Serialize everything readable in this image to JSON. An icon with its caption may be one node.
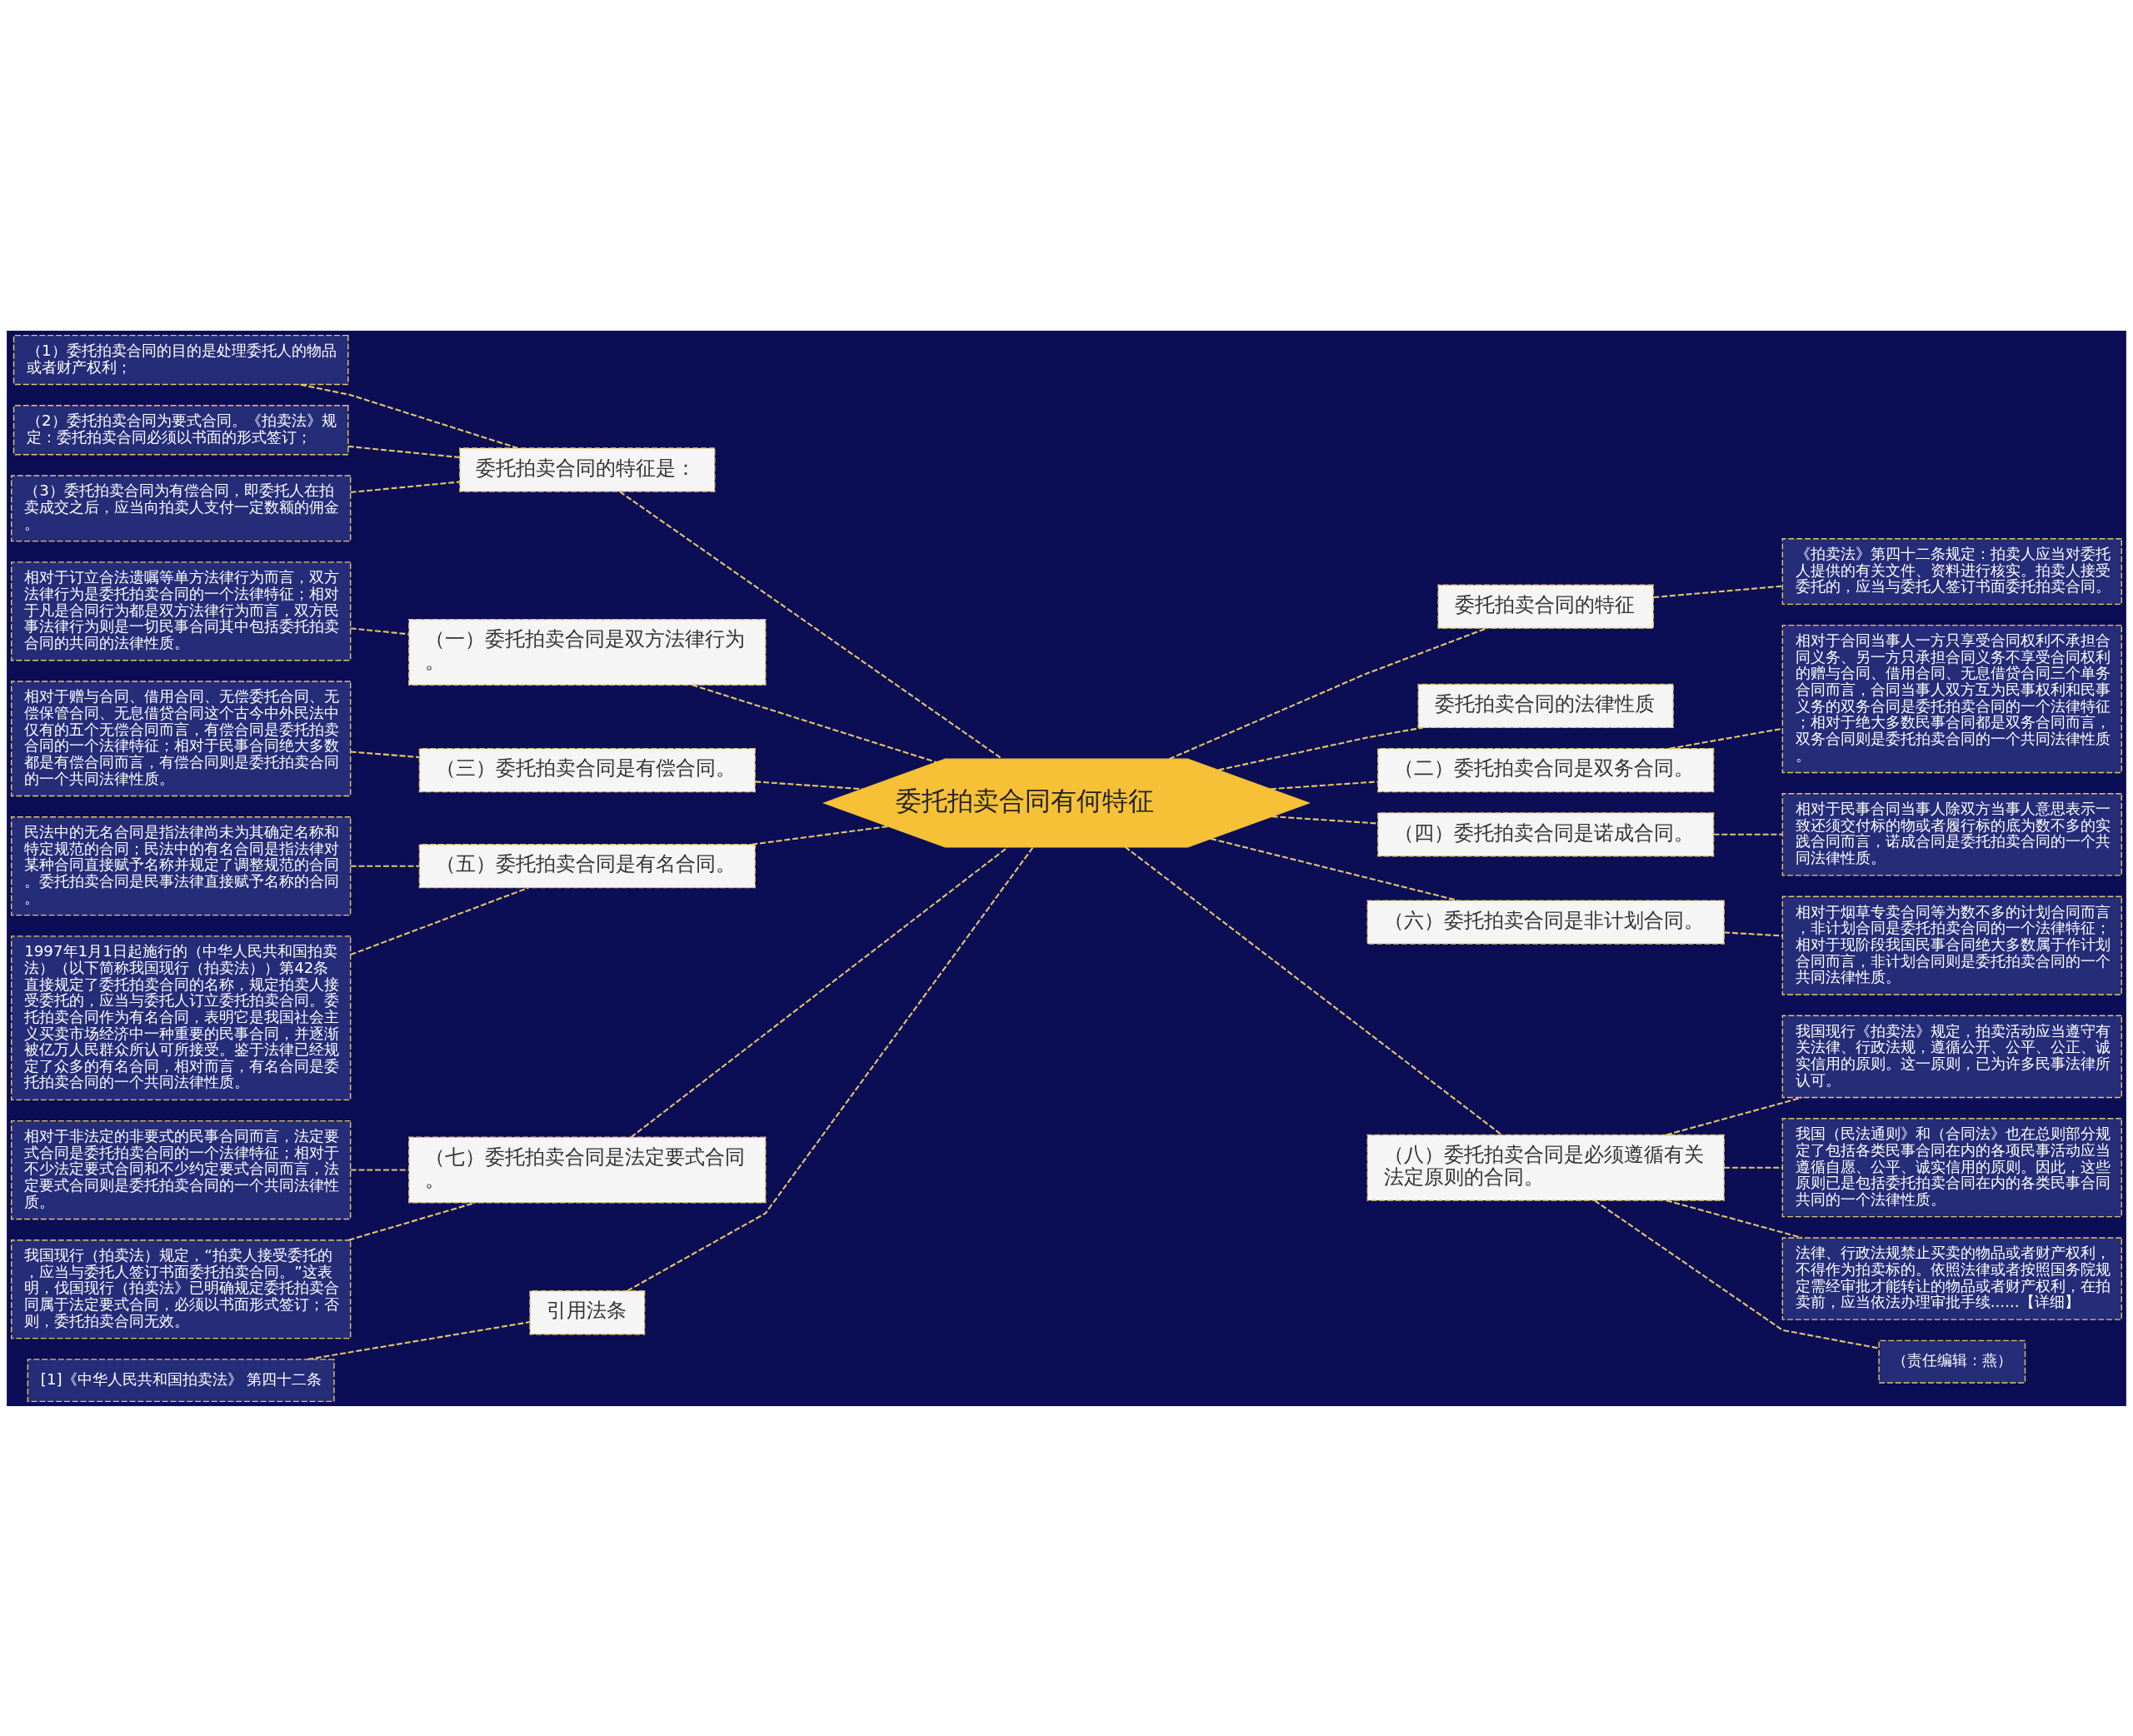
{
  "diagram": {
    "nodes": [
      {
        "text": [
          "委托拍卖合同有何特征"
        ]
      },
      {
        "text": [
          "委托拍卖合同的特征是："
        ]
      },
      {
        "text": [
          "（1）委托拍卖合同的目的是处理委托人的物品或者财产权利；"
        ]
      },
      {
        "text": [
          "（2）委托拍卖合同为要式合同。《拍卖法》规定：委托拍卖合同必须以书面的形式签订；"
        ]
      },
      {
        "text": [
          "（3）委托拍卖合同为有偿合同，即委托人在拍卖成交之后，应当向拍卖人支付一定数额的佣金。"
        ]
      },
      {
        "text": [
          "（一）委托拍卖合同是双方法律行为。"
        ]
      },
      {
        "text": [
          "相对于订立合法遗嘱等单方法律行为而言，双方法律行为是委托拍卖合同的一个法律特征；相对于凡是合同行为都是双方法律行为而言，双方民事法律行为则是一切民事合同其中包括委托拍卖合同的共同的法律性质。"
        ]
      },
      {
        "text": [
          "（三）委托拍卖合同是有偿合同。"
        ]
      },
      {
        "text": [
          "相对于赠与合同、借用合同、无偿委托合同、无偿保管合同、无息借贷合同这个古今中外民法中仅有的五个无偿合同而言，有偿合同是委托拍卖合同的一个法律特征；相对于民事合同绝大多数都是有偿合同而言，有偿合同则是委托拍卖合同的一个共同法律性质。"
        ]
      },
      {
        "text": [
          "（五）委托拍卖合同是有名合同。"
        ]
      },
      {
        "text": [
          "民法中的无名合同是指法律尚未为其确定名称和特定规范的合同；民法中的有名合同是指法律对某种合同直接赋予名称并规定了调整规范的合同。委托拍卖合同是民事法律直接赋予名称的合同。"
        ]
      },
      {
        "text": [
          "1997年1月1日起施行的（中华人民共和国拍卖法）（以下简称我国现行（拍卖法））第42条直接规定了委托拍卖合同的名称，规定拍卖人接受委托的，应当与委托人订立委托拍卖合同。委托拍卖合同作为有名合同，表明它是我国社会主义买卖市场经济中一种重要的民事合同，并逐渐被亿万人民群众所认可所接受。鉴于法律已经规定了众多的有名合同，相对而言，有名合同是委托拍卖合同的一个共同法律性质。"
        ]
      },
      {
        "text": [
          "（七）委托拍卖合同是法定要式合同。"
        ]
      },
      {
        "text": [
          "相对于非法定的非要式的民事合同而言，法定要式合同是委托拍卖合同的一个法律特征；相对于不少法定要式合同和不少约定要式合同而言，法定要式合同则是委托拍卖合同的一个共同法律性质。"
        ]
      },
      {
        "text": [
          "我国现行（拍卖法）规定，“拍卖人接受委托的，应当与委托人签订书面委托拍卖合同。”这表明，伐国现行（拍卖法》已明确规定委托拍卖合同属于法定要式合同，必须以书面形式签订；否则，委托拍卖合同无效。"
        ]
      },
      {
        "text": [
          "引用法条"
        ]
      },
      {
        "text": [
          "[1]《中华人民共和国拍卖法》 第四十二条"
        ]
      },
      {
        "text": [
          "委托拍卖合同的特征"
        ]
      },
      {
        "text": [
          "《拍卖法》第四十二条规定：拍卖人应当对委托人提供的有关文件、资料进行核实。拍卖人接受委托的，应当与委托人签订书面委托拍卖合同。"
        ]
      },
      {
        "text": [
          "委托拍卖合同的法律性质"
        ]
      },
      {
        "text": [
          "（二）委托拍卖合同是双务合同。"
        ]
      },
      {
        "text": [
          "相对于合同当事人一方只享受合同权利不承担合同义务、另一方只承担合同义务不享受合同权利的赠与合同、借用合同、无息借贷合同三个单务合同而言，合同当事人双方互为民事权利和民事义务的双务合同是委托拍卖合同的一个法律特征；相对于绝大多数民事合同都是双务合同而言，双务合同则是委托拍卖合同的一个共同法律性质。"
        ]
      },
      {
        "text": [
          "（四）委托拍卖合同是诺成合同。"
        ]
      },
      {
        "text": [
          "相对于民事合同当事人除双方当事人意思表示一致还须交付标的物或者履行标的底为数不多的实践合同而言，诺成合同是委托拍卖合同的一个共同法律性质。"
        ]
      },
      {
        "text": [
          "（六）委托拍卖合同是非计划合同。"
        ]
      },
      {
        "text": [
          "相对于烟草专卖合同等为数不多的计划合同而言，非计划合同是委托拍卖合同的一个法律特征；相对于现阶段我国民事合同绝大多数属于作计划合同而言，非计划合同则是委托拍卖合同的一个共同法律性质。"
        ]
      },
      {
        "text": [
          "（八）委托拍卖合同是必须遵循有关法定原则的合同。"
        ]
      },
      {
        "text": [
          "我国现行《拍卖法》规定，拍卖活动应当遵守有关法律、行政法规，遵循公开、公平、公正、诚实信用的原则。这一原则，已为许多民事法律所认可。"
        ]
      },
      {
        "text": [
          "我国（民法通则》和（合同法》也在总则部分规定了包括各类民事合同在内的各项民事活动应当遵循自愿、公平、诚实信用的原则。因此，这些原则已是包括委托拍卖合同在内的各类民事合同共同的一个法律性质。"
        ]
      },
      {
        "text": [
          "法律、行政法规禁止买卖的物品或者财产权利，不得作为拍卖标的。依照法律或者按照国务院规定需经审批才能转让的物品或者财产权利，在拍卖前，应当依法办理审批手续......【详细】"
        ]
      },
      {
        "text": [
          "（责任编辑：燕）"
        ]
      }
    ],
    "edges": [
      {
        "from": 1,
        "to": 0,
        "arrow": "none"
      },
      {
        "from": 2,
        "to": 1,
        "arrow": "none"
      },
      {
        "from": 3,
        "to": 1,
        "arrow": "none"
      },
      {
        "from": 4,
        "to": 1,
        "arrow": "none"
      },
      {
        "from": 5,
        "to": 0,
        "arrow": "none"
      },
      {
        "from": 6,
        "to": 5,
        "arrow": "none"
      },
      {
        "from": 7,
        "to": 0,
        "arrow": "none"
      },
      {
        "from": 8,
        "to": 7,
        "arrow": "none"
      },
      {
        "from": 9,
        "to": 0,
        "arrow": "none"
      },
      {
        "from": 10,
        "to": 9,
        "arrow": "none"
      },
      {
        "from": 11,
        "to": 9,
        "arrow": "none"
      },
      {
        "from": 12,
        "to": 0,
        "arrow": "none"
      },
      {
        "from": 13,
        "to": 12,
        "arrow": "none"
      },
      {
        "from": 14,
        "to": 12,
        "arrow": "none"
      },
      {
        "from": 15,
        "to": 0,
        "arrow": "none"
      },
      {
        "from": 16,
        "to": 15,
        "arrow": "none"
      },
      {
        "from": 0,
        "to": 17,
        "arrow": "none"
      },
      {
        "from": 17,
        "to": 18,
        "arrow": "none"
      },
      {
        "from": 0,
        "to": 19,
        "arrow": "none"
      },
      {
        "from": 0,
        "to": 20,
        "arrow": "none"
      },
      {
        "from": 20,
        "to": 21,
        "arrow": "none"
      },
      {
        "from": 0,
        "to": 22,
        "arrow": "none"
      },
      {
        "from": 22,
        "to": 23,
        "arrow": "none"
      },
      {
        "from": 0,
        "to": 24,
        "arrow": "none"
      },
      {
        "from": 24,
        "to": 25,
        "arrow": "none"
      },
      {
        "from": 0,
        "to": 26,
        "arrow": "none"
      },
      {
        "from": 26,
        "to": 27,
        "arrow": "none"
      },
      {
        "from": 26,
        "to": 28,
        "arrow": "none"
      },
      {
        "from": 26,
        "to": 29,
        "arrow": "none"
      },
      {
        "from": 26,
        "to": 30,
        "arrow": "none"
      }
    ]
  }
}
